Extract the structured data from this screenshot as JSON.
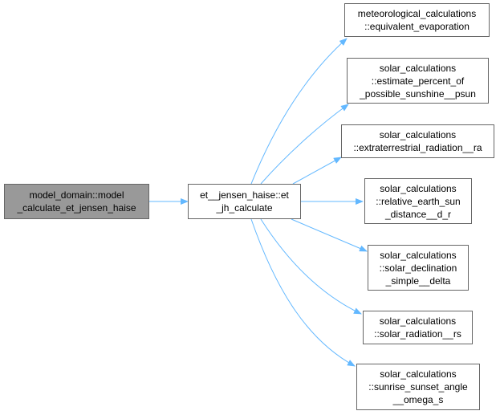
{
  "colors": {
    "edge": "#63B8FF",
    "root_fill": "#999999",
    "node_border": "#666666"
  },
  "root": {
    "id": "root",
    "lines": [
      "model_domain::model",
      "_calculate_et_jensen_haise"
    ]
  },
  "caller": {
    "id": "et",
    "lines": [
      "et__jensen_haise::et",
      "_jh_calculate"
    ]
  },
  "callees": [
    {
      "id": "equiv",
      "lines": [
        "meteorological_calculations",
        "::equivalent_evaporation"
      ]
    },
    {
      "id": "psun",
      "lines": [
        "solar_calculations",
        "::estimate_percent_of",
        "_possible_sunshine__psun"
      ]
    },
    {
      "id": "ra",
      "lines": [
        "solar_calculations",
        "::extraterrestrial_radiation__ra"
      ]
    },
    {
      "id": "dr",
      "lines": [
        "solar_calculations",
        "::relative_earth_sun",
        "_distance__d_r"
      ]
    },
    {
      "id": "delta",
      "lines": [
        "solar_calculations",
        "::solar_declination",
        "_simple__delta"
      ]
    },
    {
      "id": "rs",
      "lines": [
        "solar_calculations",
        "::solar_radiation__rs"
      ]
    },
    {
      "id": "omega",
      "lines": [
        "solar_calculations",
        "::sunrise_sunset_angle",
        "__omega_s"
      ]
    }
  ]
}
